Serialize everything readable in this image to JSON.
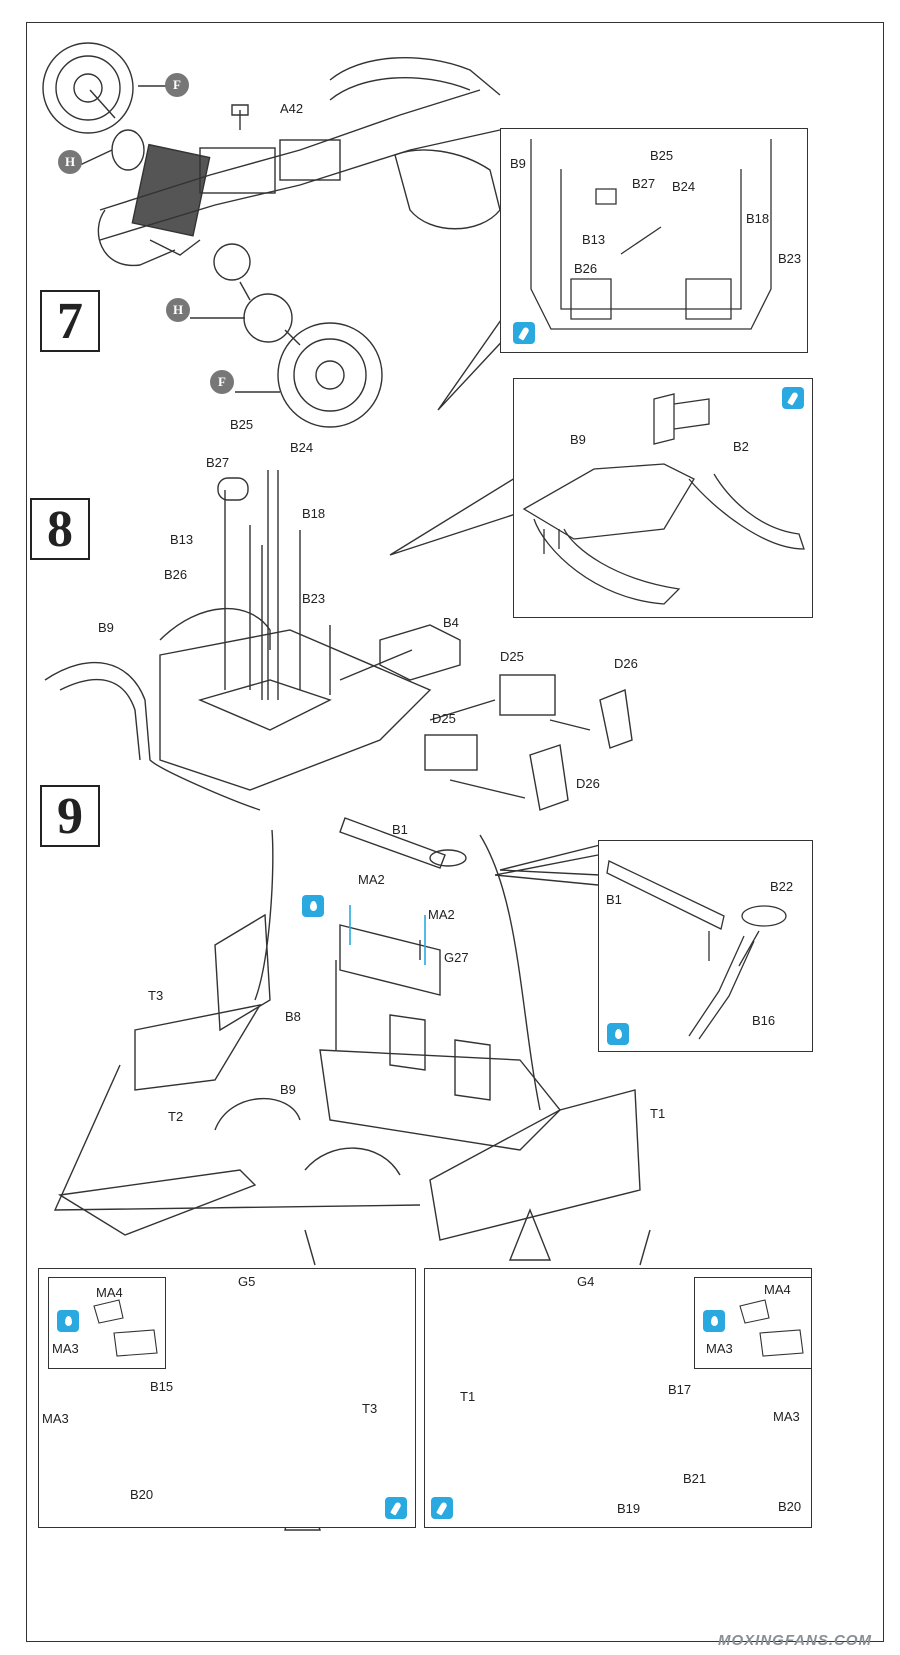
{
  "steps": [
    "7",
    "8",
    "9"
  ],
  "callouts": {
    "F": "F",
    "H": "H"
  },
  "step7": {
    "a42": "A42"
  },
  "inset7": {
    "b9": "B9",
    "b25": "B25",
    "b27": "B27",
    "b24": "B24",
    "b18": "B18",
    "b13": "B13",
    "b26": "B26",
    "b23": "B23"
  },
  "inset8": {
    "b9": "B9",
    "b2": "B2"
  },
  "step8": {
    "b25": "B25",
    "b24": "B24",
    "b27": "B27",
    "b18": "B18",
    "b13": "B13",
    "b26": "B26",
    "b23": "B23",
    "b9": "B9",
    "b4": "B4",
    "d25a": "D25",
    "d26a": "D26",
    "d25b": "D25",
    "d26b": "D26"
  },
  "step9": {
    "b1": "B1",
    "ma2a": "MA2",
    "ma2b": "MA2",
    "g27": "G27",
    "t3": "T3",
    "b8": "B8",
    "b9": "B9",
    "t2": "T2",
    "t1": "T1"
  },
  "inset9": {
    "b1": "B1",
    "b22": "B22",
    "b16": "B16"
  },
  "bottomLeft": {
    "ma4": "MA4",
    "ma3a": "MA3",
    "b15": "B15",
    "ma3b": "MA3",
    "b20": "B20",
    "g5": "G5",
    "t3": "T3"
  },
  "bottomRight": {
    "g4": "G4",
    "ma4": "MA4",
    "ma3a": "MA3",
    "t1": "T1",
    "b17": "B17",
    "ma3b": "MA3",
    "b21": "B21",
    "b19": "B19",
    "b20": "B20"
  },
  "watermark": "MOXINGFANS.COM"
}
